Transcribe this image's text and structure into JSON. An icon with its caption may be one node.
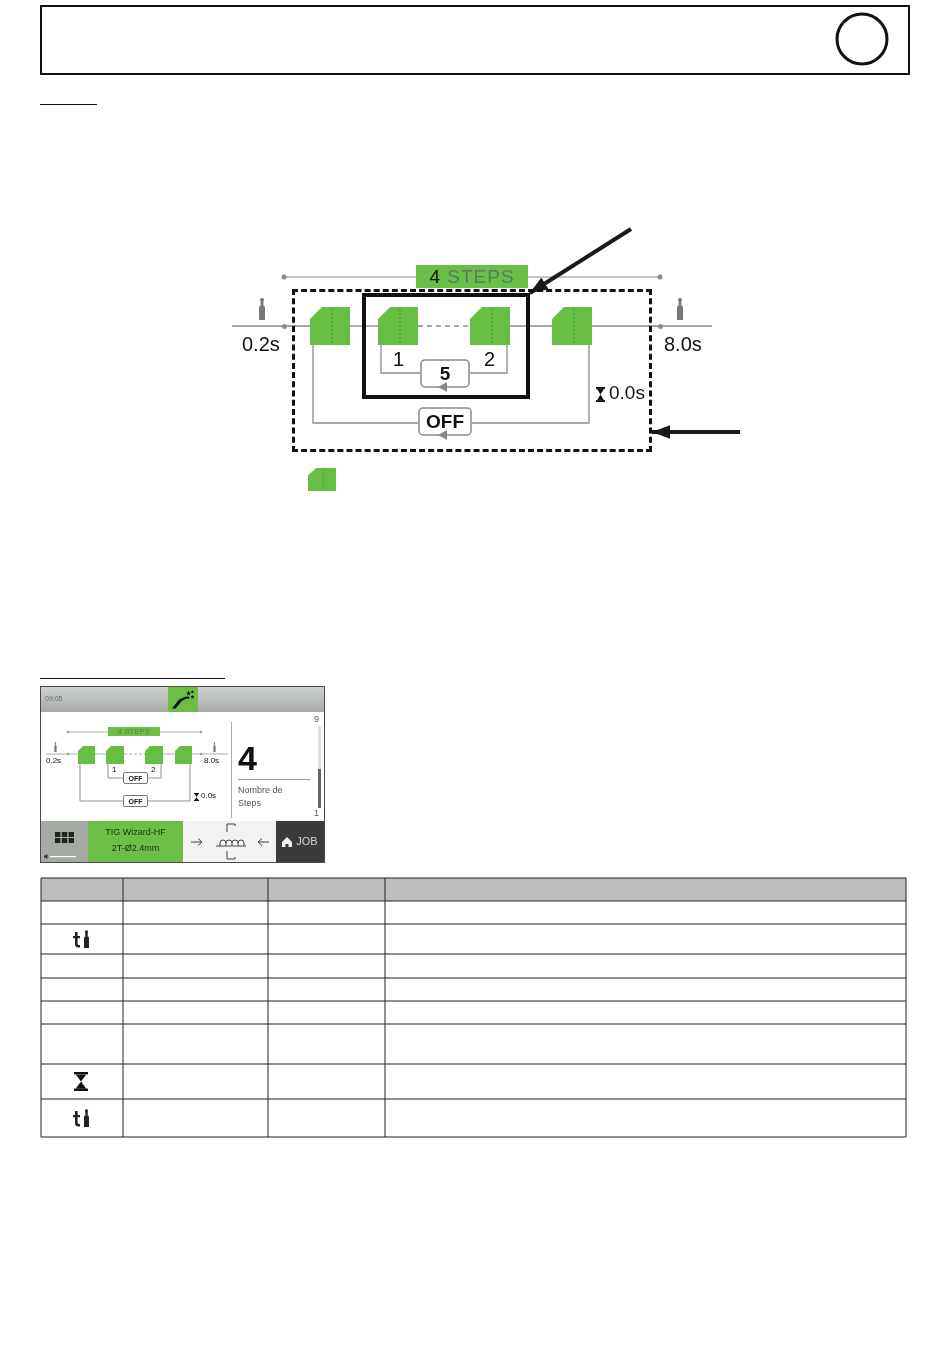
{
  "diagram": {
    "nodes": [
      {
        "text": [
          "4 STEPS"
        ]
      },
      {
        "text": [],
        "shape": "box"
      },
      {
        "text": [],
        "shape": "box",
        "in": 1
      },
      {
        "text": [],
        "shape": "box",
        "in": 1
      },
      {
        "text": [],
        "shape": "box",
        "in": 3
      },
      {
        "text": [],
        "shape": "box",
        "in": 3
      },
      {
        "text": [
          "5"
        ],
        "in": 3
      },
      {
        "text": [],
        "shape": "box",
        "in": 1
      },
      {
        "text": [
          "OFF"
        ],
        "in": 1
      }
    ],
    "edges": [
      {
        "from": null,
        "to": 2,
        "arrow": "none"
      },
      {
        "from": 2,
        "to": 4,
        "arrow": "none"
      },
      {
        "from": 4,
        "to": 5,
        "arrow": "none",
        "style": "dashed"
      },
      {
        "from": 5,
        "to": 7,
        "arrow": "none"
      },
      {
        "from": 7,
        "to": null,
        "arrow": "none"
      },
      {
        "from": 5,
        "to": 6,
        "arrow": "none"
      },
      {
        "from": 6,
        "to": 4,
        "arrow": "none"
      },
      {
        "from": 7,
        "to": 8,
        "arrow": "none"
      },
      {
        "from": 8,
        "to": 2,
        "arrow": "none"
      },
      {
        "from": null,
        "to": 3,
        "arrow": "to",
        "style": "thick",
        "color": "#1a1a1a"
      },
      {
        "from": null,
        "to": 1,
        "arrow": "to",
        "style": "thick",
        "color": "#1a1a1a"
      }
    ],
    "labels": [
      "0.2s",
      "8.0s",
      "1",
      "2",
      "0.0s",
      "09:05",
      "4 STEPS",
      "0.2s",
      "8.0s",
      "1",
      "2",
      "OFF",
      "0.0s",
      "OFF",
      "4",
      "Nombre de Steps",
      "9",
      "1",
      "TIG Wizard-HF",
      "2T-Ø2.4mm",
      "JOB"
    ]
  }
}
